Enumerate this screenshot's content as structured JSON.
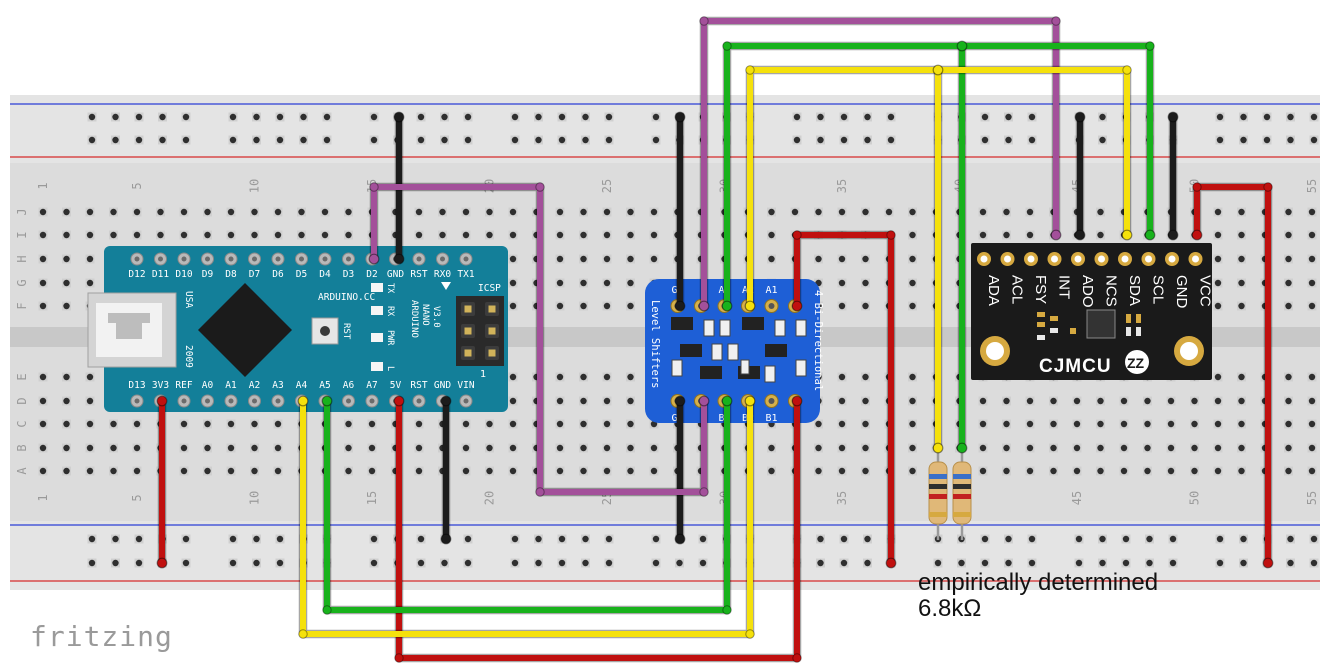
{
  "breadboard": {
    "column_numbers": [
      "1",
      "5",
      "10",
      "15",
      "20",
      "25",
      "30",
      "35",
      "40",
      "45",
      "50",
      "55"
    ],
    "row_letters_top": [
      "J",
      "I",
      "H",
      "G",
      "F"
    ],
    "row_letters_bottom": [
      "E",
      "D",
      "C",
      "B",
      "A"
    ]
  },
  "arduino": {
    "top_pins": [
      "D12",
      "D11",
      "D10",
      "D9",
      "D8",
      "D7",
      "D6",
      "D5",
      "D4",
      "D3",
      "D2",
      "GND",
      "RST",
      "RX0",
      "TX1"
    ],
    "bottom_pins": [
      "D13",
      "3V3",
      "REF",
      "A0",
      "A1",
      "A2",
      "A3",
      "A4",
      "A5",
      "A6",
      "A7",
      "5V",
      "RST",
      "GND",
      "VIN"
    ],
    "brand_text": "ARDUINO.CC",
    "model_lines": [
      "ARDUINO",
      "NANO",
      "V3.0"
    ],
    "usa_label": "USA",
    "year_label": "2009",
    "icsp_label": "ICSP",
    "led_labels": [
      "TX",
      "RX",
      "PWR",
      "L"
    ],
    "rst_label": "RST",
    "icsp_pin1": "1"
  },
  "level_shifter": {
    "title_left": "Level Shifters",
    "title_right": "4 Bi-Directional",
    "top_labels": [
      "GN",
      "A3",
      "A2",
      "A1"
    ],
    "bottom_labels": [
      "GN",
      "B3",
      "B2",
      "B1"
    ]
  },
  "sensor": {
    "pins": [
      "ADA",
      "ACL",
      "FSY",
      "INT",
      "ADO",
      "NCS",
      "SDA",
      "SCL",
      "GND",
      "VCC"
    ],
    "brand": "CJMCU"
  },
  "caption": {
    "line1": "empirically determined",
    "line2": "6.8kΩ"
  },
  "brand_logo": "fritzing",
  "colors": {
    "wire_red": "#c0100f",
    "wire_black": "#1c1c1c",
    "wire_green": "#18b21c",
    "wire_yellow": "#f5e10c",
    "wire_purple": "#a3509a",
    "arduino_blue": "#137f99",
    "shifter_blue": "#1e5fd6",
    "sensor_black": "#1a1a1a",
    "rail_red": "#d84a4a",
    "rail_blue": "#4a5ad8"
  }
}
